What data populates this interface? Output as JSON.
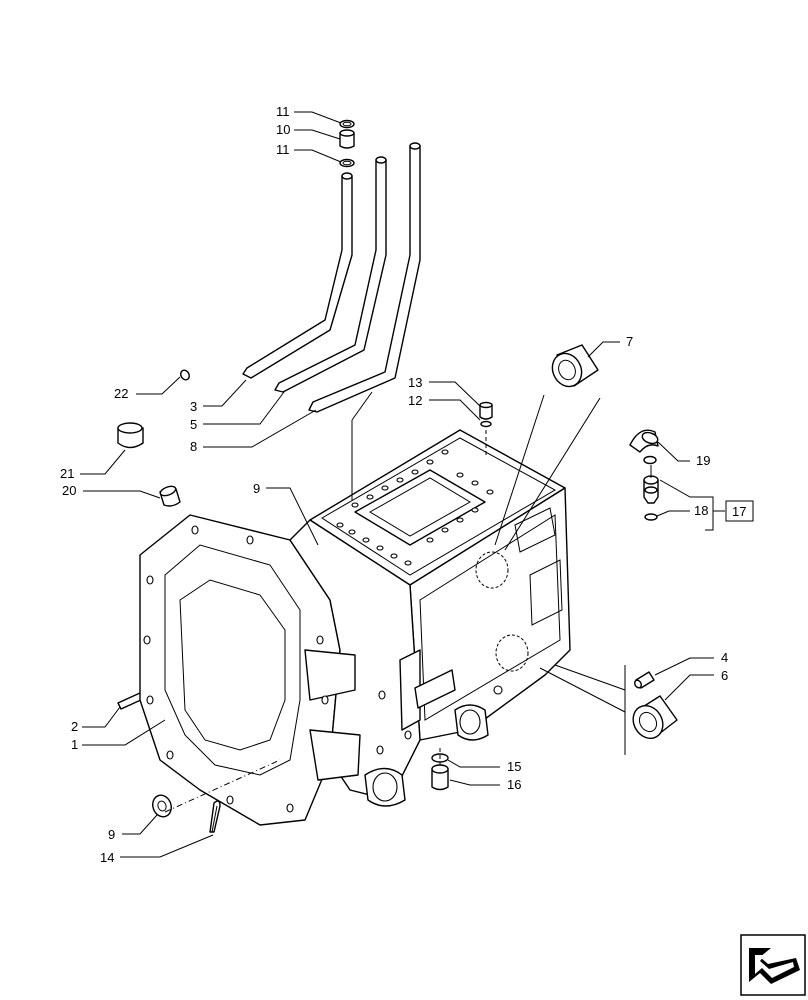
{
  "callouts": [
    {
      "id": "c1",
      "label": "1"
    },
    {
      "id": "c2",
      "label": "2"
    },
    {
      "id": "c3",
      "label": "3"
    },
    {
      "id": "c4",
      "label": "4"
    },
    {
      "id": "c5",
      "label": "5"
    },
    {
      "id": "c6",
      "label": "6"
    },
    {
      "id": "c7",
      "label": "7"
    },
    {
      "id": "c8",
      "label": "8"
    },
    {
      "id": "c9a",
      "label": "9"
    },
    {
      "id": "c9b",
      "label": "9"
    },
    {
      "id": "c10",
      "label": "10"
    },
    {
      "id": "c11a",
      "label": "11"
    },
    {
      "id": "c11b",
      "label": "11"
    },
    {
      "id": "c12",
      "label": "12"
    },
    {
      "id": "c13",
      "label": "13"
    },
    {
      "id": "c14",
      "label": "14"
    },
    {
      "id": "c15",
      "label": "15"
    },
    {
      "id": "c16",
      "label": "16"
    },
    {
      "id": "c17",
      "label": "17"
    },
    {
      "id": "c18",
      "label": "18"
    },
    {
      "id": "c19",
      "label": "19"
    },
    {
      "id": "c20",
      "label": "20"
    },
    {
      "id": "c21",
      "label": "21"
    },
    {
      "id": "c22",
      "label": "22"
    }
  ],
  "icons": {
    "navigation": "next-page-arrow-icon"
  }
}
